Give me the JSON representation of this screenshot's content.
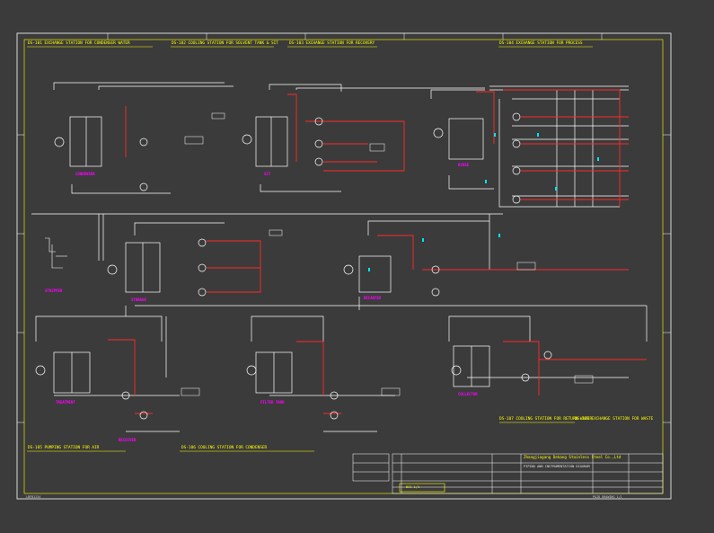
{
  "section_headers": [
    "DS-101 EXCHANGE STATION FOR CONDENSER WATER",
    "DS-102 COOLING STATION FOR SOLVENT TANK & SIT",
    "DS-103 EXCHANGE STATION FOR RECOVERY",
    "DS-104 EXCHANGE STATION FOR PROCESS",
    "DS-105 PUMPING STATION FOR AIR",
    "DS-106 COOLING STATION FOR CONDENSER",
    "DS-107 COOLING STATION FOR RETURN WATER",
    "DS-108 EXCHANGE STATION FOR WASTE"
  ],
  "tank_labels": [
    "CONDENSER",
    "SIT",
    "RINSE",
    "STORAGE",
    "DECANTER",
    "STRIPPER",
    "TREATMENT",
    "RECEIVER",
    "FILTER TANK",
    "COLLECTOR"
  ],
  "title_block": {
    "company": "Zhangjiagang Dekang Stainless Steel Co.,Ltd",
    "drawing_title": "PIPING AND INSTRUMENTATION DIAGRAM",
    "stamp": "DCS 1/1"
  },
  "footer_left": "LBFB1234",
  "footer_right": "P&ID DRAWING 1/1"
}
